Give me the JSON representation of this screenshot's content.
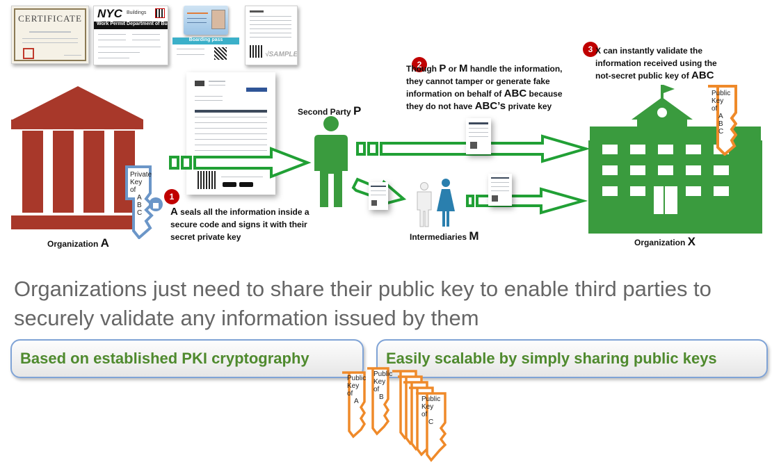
{
  "thumbnails": {
    "certificate_title": "CERTIFICATE",
    "permit_brand": "NYC",
    "permit_sub": "Buildings",
    "permit_title": "Work Permit Department of Buildings",
    "boarding_title": "Boarding pass",
    "sample_stamp": "√SAMPLE"
  },
  "steps": {
    "one": {
      "num": "1",
      "lead": "A",
      "text": " seals all the information inside a secure code and signs it with their secret private key"
    },
    "two": {
      "num": "2",
      "pre": "Though ",
      "p": "P",
      "mid": " or ",
      "m": "M",
      "text": " handle the information, they cannot tamper or generate fake information on behalf of ",
      "abc": "ABC",
      "text2": " because they do not have ",
      "abc2": "ABC’s",
      "text3": " private key"
    },
    "three": {
      "num": "3",
      "text": "X can instantly validate the information received using the not-secret public key of ",
      "abc": "ABC"
    }
  },
  "actors": {
    "org_a": {
      "label": "Organization ",
      "letter": "A"
    },
    "second_party": {
      "label": "Second Party ",
      "letter": "P"
    },
    "intermediaries": {
      "label": "Intermediaries ",
      "letter": "M"
    },
    "org_x": {
      "label": "Organization ",
      "letter": "X"
    }
  },
  "keys": {
    "private_key": [
      "Private",
      "Key",
      "of",
      "A",
      "B",
      "C"
    ],
    "public_key_x": [
      "Public",
      "Key",
      "of",
      "A",
      "B",
      "C"
    ],
    "bottom_a": [
      "Public",
      "Key",
      "of",
      "A"
    ],
    "bottom_b": [
      "Public",
      "Key",
      "of",
      "B"
    ],
    "bottom_c": [
      "Public",
      "Key",
      "of",
      "C"
    ]
  },
  "headline": "Organizations just need to share their public key to enable third parties to securely validate any information issued by them",
  "pills": {
    "left": "Based on established PKI cryptography",
    "right": "Easily scalable by simply sharing public keys"
  },
  "colors": {
    "institution_red": "#a8382a",
    "green": "#3a9b3e",
    "arrow_green": "#21a035",
    "key_orange": "#ef8a2a",
    "private_key_blue": "#6b96c8",
    "step_red": "#c00000",
    "pill_text": "#4f8a2e"
  }
}
